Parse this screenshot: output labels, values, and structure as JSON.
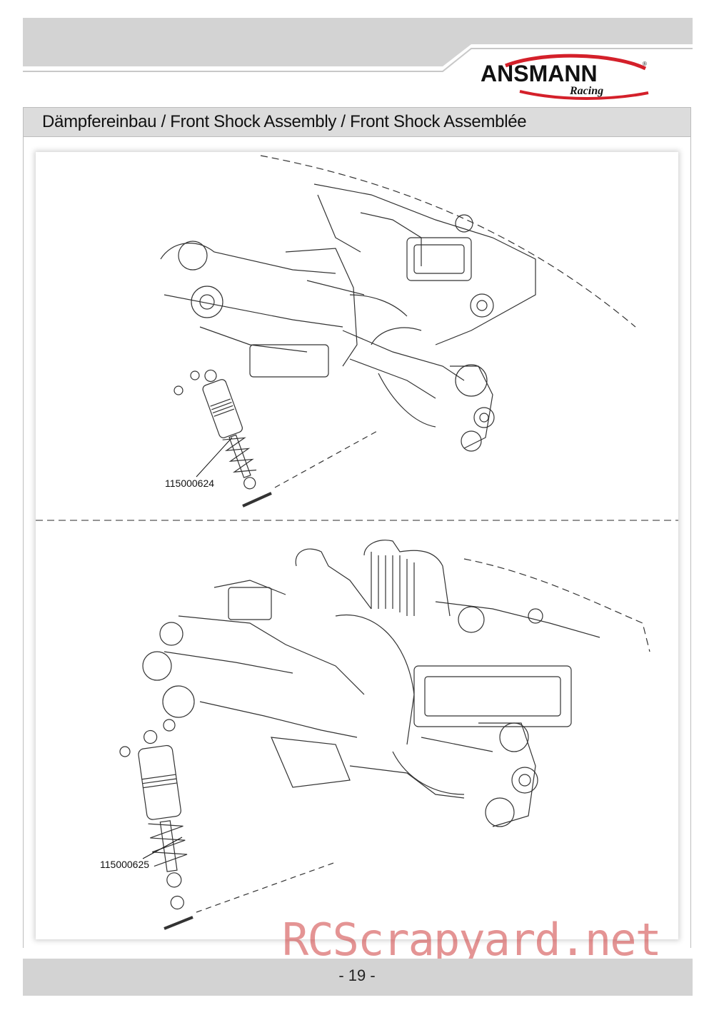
{
  "header": {
    "brand_name": "ANSMANN",
    "brand_sub": "Racing"
  },
  "section_title": "Dämpfereinbau / Front Shock Assembly / Front Shock Assemblée",
  "steps": [
    {
      "part_number": "115000624"
    },
    {
      "part_number": "115000625"
    }
  ],
  "footer": {
    "page_number": "- 19 -",
    "watermark": "RCScrapyard.net"
  },
  "colors": {
    "bar_gray": "#d3d3d3",
    "logo_red": "#d4202a",
    "line_art": "#333333"
  }
}
